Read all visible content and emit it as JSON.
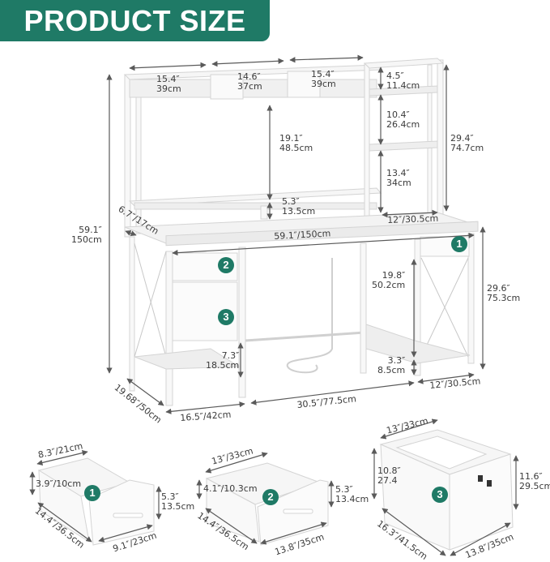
{
  "header": {
    "title": "PRODUCT SIZE"
  },
  "colors": {
    "brand": "#1f7a66",
    "dimension_line": "#5a5a5a",
    "furniture": "#f2f2f2"
  },
  "desk": {
    "hutch_compartments": [
      {
        "in": "15.4″",
        "cm": "39cm"
      },
      {
        "in": "14.6″",
        "cm": "37cm"
      },
      {
        "in": "15.4″",
        "cm": "39cm"
      }
    ],
    "hutch_clearance": {
      "in": "19.1″",
      "cm": "48.5cm"
    },
    "monitor_shelf_height": {
      "in": "5.3″",
      "cm": "13.5cm"
    },
    "monitor_shelf_depth": "6.7″/17cm",
    "total_height": {
      "in": "59.1″",
      "cm": "150cm"
    },
    "desk_width": "59.1″/150cm",
    "side_shelves": [
      {
        "in": "4.5″",
        "cm": "11.4cm"
      },
      {
        "in": "10.4″",
        "cm": "26.4cm"
      },
      {
        "in": "13.4″",
        "cm": "34cm"
      }
    ],
    "side_shelf_height": {
      "in": "29.4″",
      "cm": "74.7cm"
    },
    "side_shelf_width": "12″/30.5cm",
    "desk_height": {
      "in": "29.6″",
      "cm": "75.3cm"
    },
    "legroom_height": {
      "in": "19.8″",
      "cm": "50.2cm"
    },
    "bottom_clearance_right": {
      "in": "3.3″",
      "cm": "8.5cm"
    },
    "bottom_shelf_left": {
      "in": "7.3″",
      "cm": "18.5cm"
    },
    "depth": "19.68″/50cm",
    "left_cabinet_width": "16.5″/42cm",
    "middle_width": "30.5″/77.5cm",
    "right_cabinet_width": "12″/30.5cm",
    "badges": [
      "1",
      "2",
      "3"
    ]
  },
  "drawers": [
    {
      "badge": "1",
      "top_width": "8.3″/21cm",
      "inner_height": "3.9″/10cm",
      "front_height": {
        "in": "5.3″",
        "cm": "13.5cm"
      },
      "depth": "14.4″/36.5cm",
      "front_width": "9.1″/23cm"
    },
    {
      "badge": "2",
      "top_width": "13″/33cm",
      "inner_height": "4.1″/10.3cm",
      "front_height": {
        "in": "5.3″",
        "cm": "13.4cm"
      },
      "depth": "14.4″/36.5cm",
      "front_width": "13.8″/35cm"
    },
    {
      "badge": "3",
      "top_width": "13″/33cm",
      "inner_height": {
        "in": "10.8″",
        "cm": "27.4"
      },
      "front_height": {
        "in": "11.6″",
        "cm": "29.5cm"
      },
      "depth": "16.3″/41.5cm",
      "front_width": "13.8″/35cm"
    }
  ]
}
